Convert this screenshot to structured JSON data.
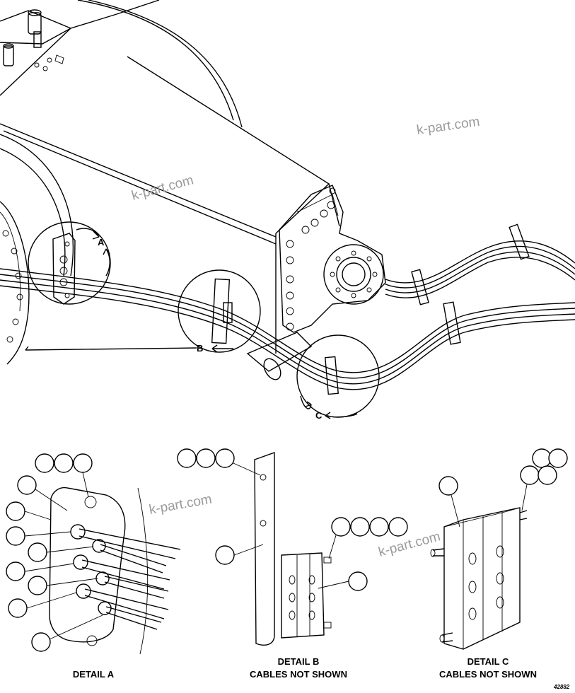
{
  "callouts": {
    "a": "A",
    "b": "B",
    "c": "C"
  },
  "details": {
    "a": {
      "title": "DETAIL A"
    },
    "b": {
      "title": "DETAIL B",
      "note": "CABLES NOT SHOWN"
    },
    "c": {
      "title": "DETAIL C",
      "note": "CABLES NOT SHOWN"
    }
  },
  "watermark": "k-part.com",
  "drawing_number": "42882"
}
